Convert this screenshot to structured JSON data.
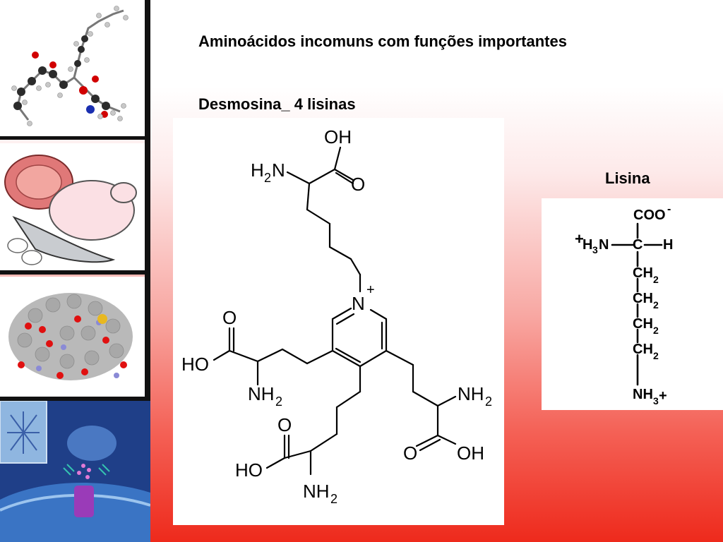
{
  "slide": {
    "title": "Aminoácidos incomuns com funções importantes",
    "subtitle": "Desmosina_ 4 lisinas",
    "lysine_label": "Lisina"
  },
  "desmosine": {
    "atoms": {
      "oh_top": "OH",
      "o_top": "O",
      "h2n_top_h": "H",
      "h2n_top_2": "2",
      "h2n_top_n": "N",
      "n_plus": "N",
      "plus": "+",
      "o_left": "O",
      "ho_left": "HO",
      "nh2_left_nh": "NH",
      "nh2_left_2": "2",
      "o_bottom": "O",
      "ho_bottom": "HO",
      "nh2_bottom_nh": "NH",
      "nh2_bottom_2": "2",
      "nh2_right_nh": "NH",
      "nh2_right_2": "2",
      "o_right": "O",
      "oh_right": "OH"
    }
  },
  "lysine": {
    "coo": "COO",
    "coo_charge": "-",
    "h3n_plus": "+",
    "h3n_h": "H",
    "h3n_3": "3",
    "h3n_n": "N",
    "c": "C",
    "h": "H",
    "ch": "CH",
    "ch_sub": "2",
    "nh3": "NH",
    "nh3_sub": "3",
    "nh3_plus": "+"
  },
  "images": [
    "molecule-model-image",
    "meat-poultry-fish-image",
    "protein-space-fill-image",
    "cell-membrane-illustration"
  ]
}
